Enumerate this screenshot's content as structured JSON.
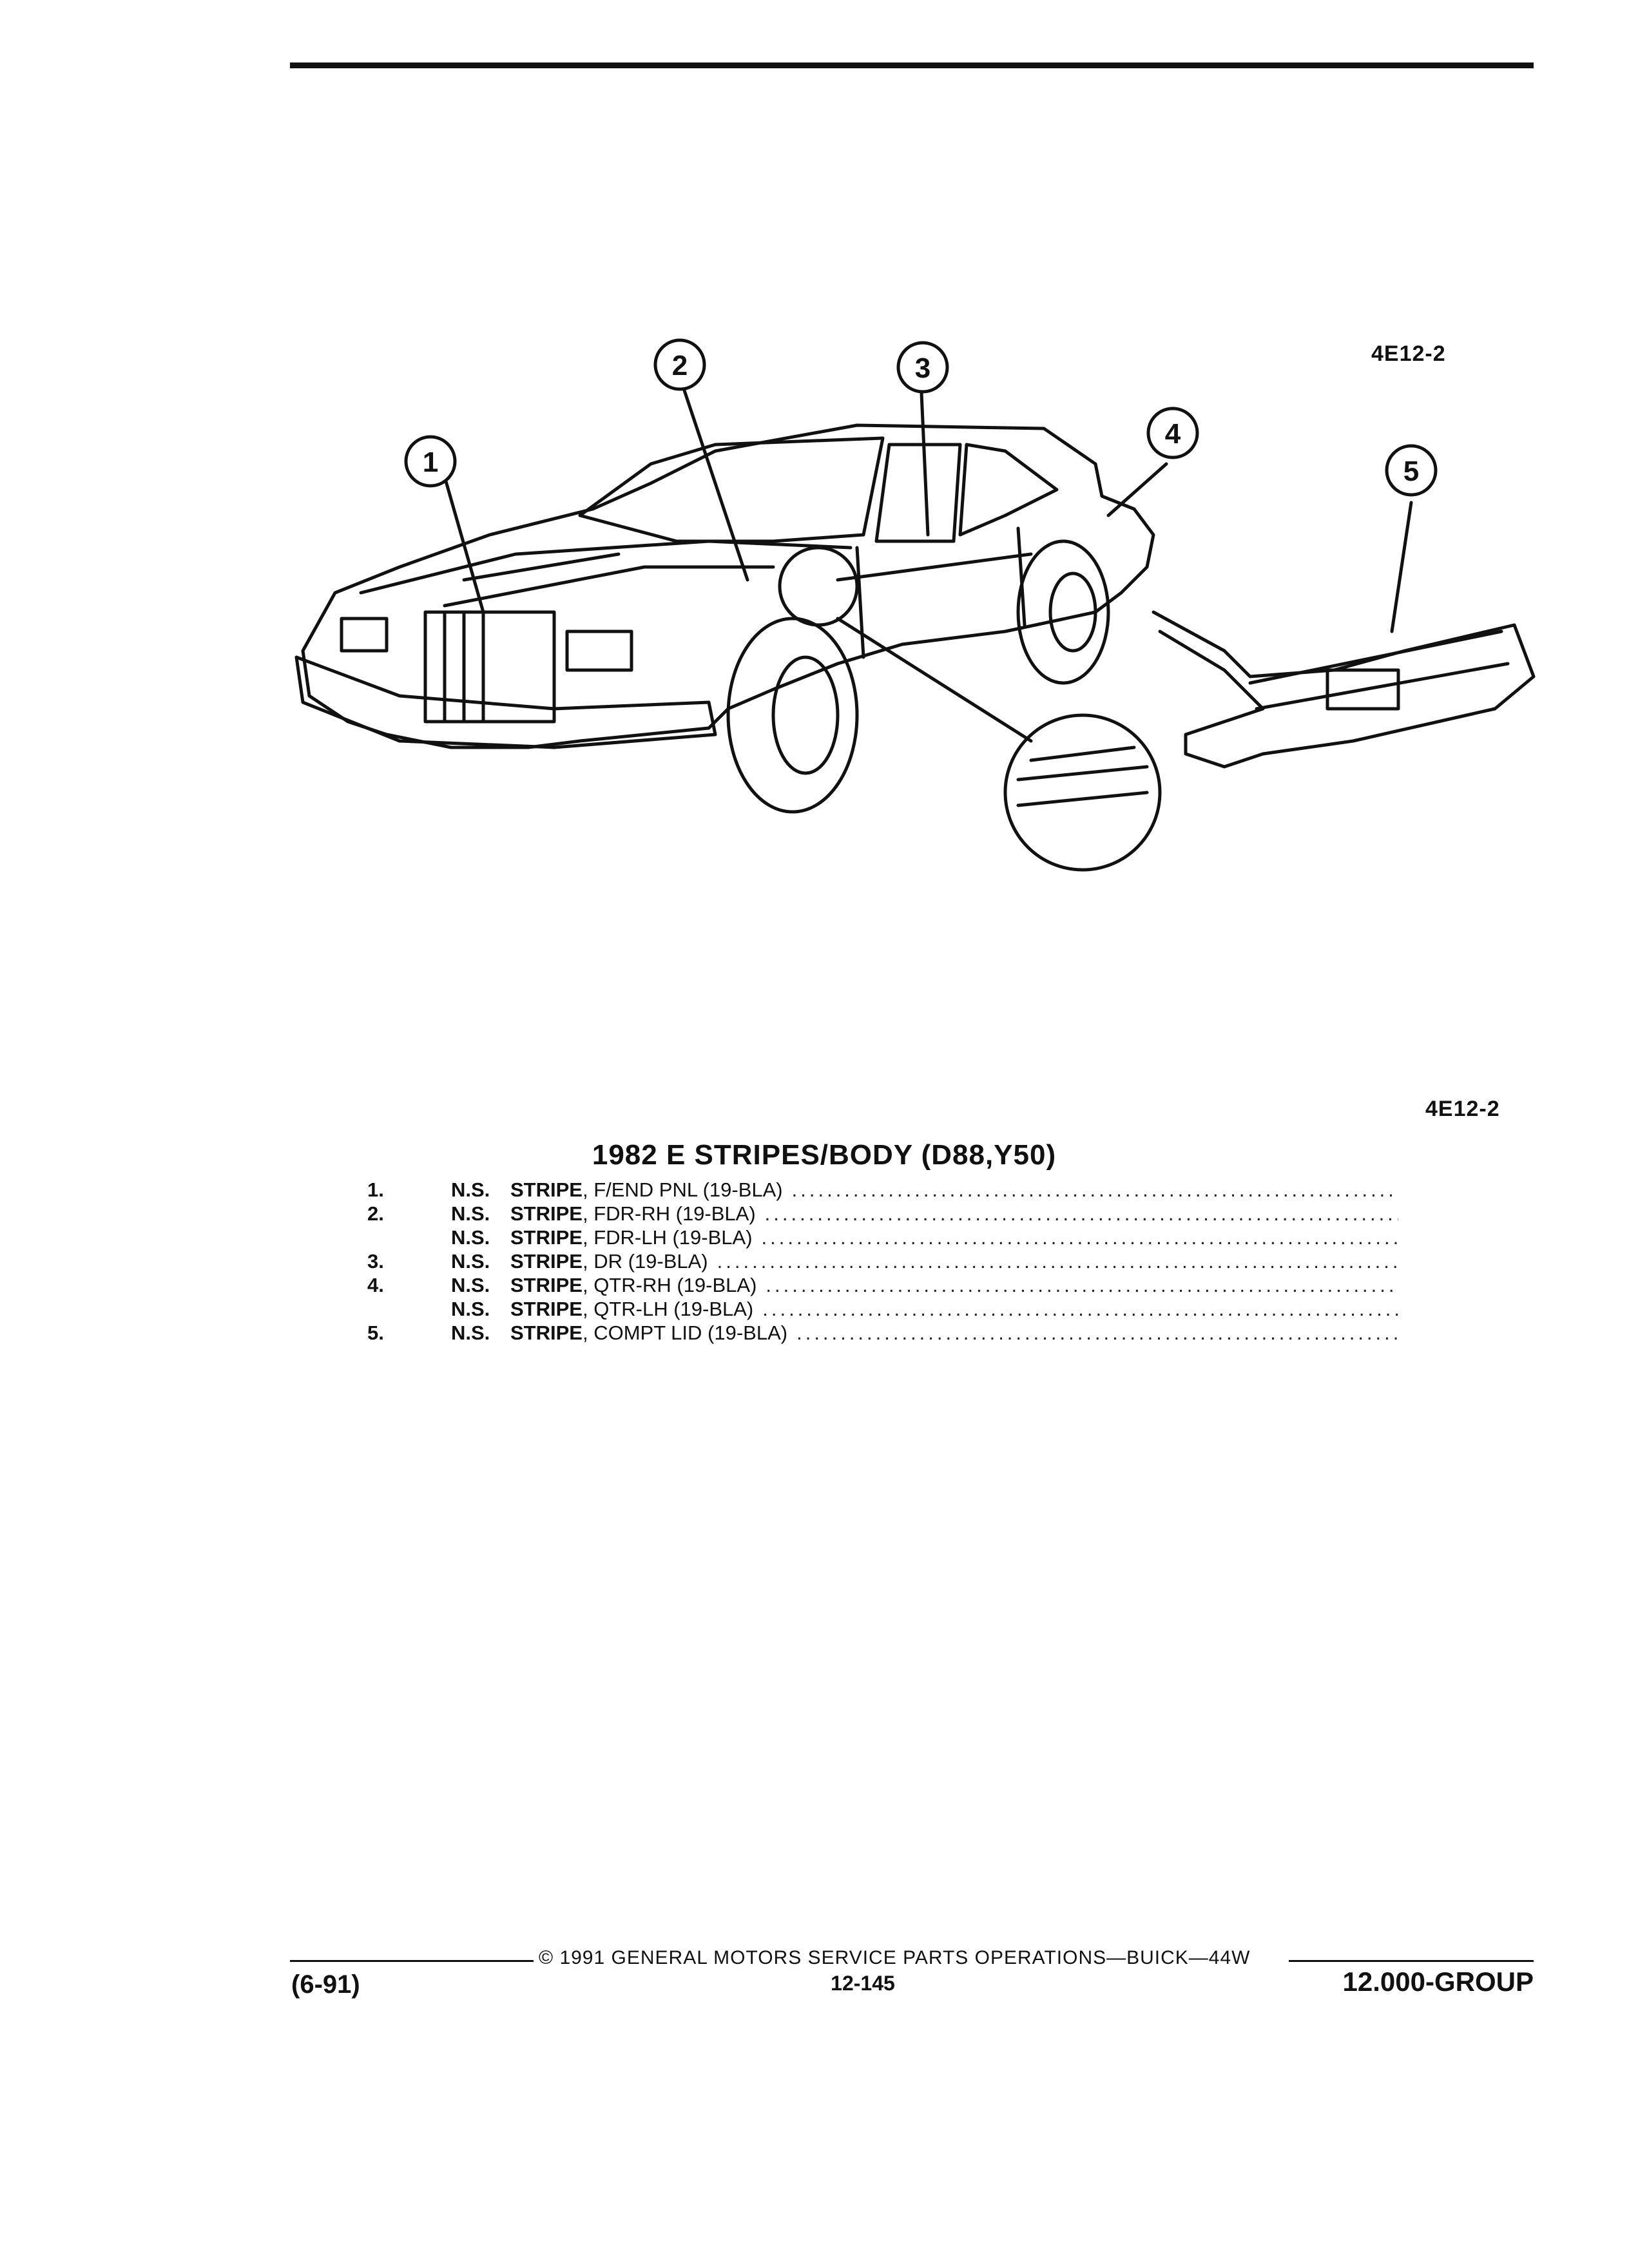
{
  "illustration": {
    "code": "4E12-2",
    "callouts": [
      "1",
      "2",
      "3",
      "4",
      "5"
    ]
  },
  "section": {
    "code": "4E12-2",
    "title": "1982 E STRIPES/BODY (D88,Y50)"
  },
  "parts": [
    {
      "num": "1.",
      "ns": "N.S.",
      "name": "STRIPE",
      "desc": ", F/END PNL (19-BLA)"
    },
    {
      "num": "2.",
      "ns": "N.S.",
      "name": "STRIPE",
      "desc": ", FDR-RH (19-BLA)"
    },
    {
      "num": "",
      "ns": "N.S.",
      "name": "STRIPE",
      "desc": ", FDR-LH (19-BLA)"
    },
    {
      "num": "3.",
      "ns": "N.S.",
      "name": "STRIPE",
      "desc": ", DR (19-BLA)"
    },
    {
      "num": "4.",
      "ns": "N.S.",
      "name": "STRIPE",
      "desc": ", QTR-RH (19-BLA)"
    },
    {
      "num": "",
      "ns": "N.S.",
      "name": "STRIPE",
      "desc": ", QTR-LH (19-BLA)"
    },
    {
      "num": "5.",
      "ns": "N.S.",
      "name": "STRIPE",
      "desc": ", COMPT LID (19-BLA)"
    }
  ],
  "footer": {
    "copyright": "© 1991 GENERAL MOTORS SERVICE PARTS OPERATIONS—BUICK—44W",
    "date_code": "(6-91)",
    "page_number": "12-145",
    "group": "12.000-GROUP"
  }
}
